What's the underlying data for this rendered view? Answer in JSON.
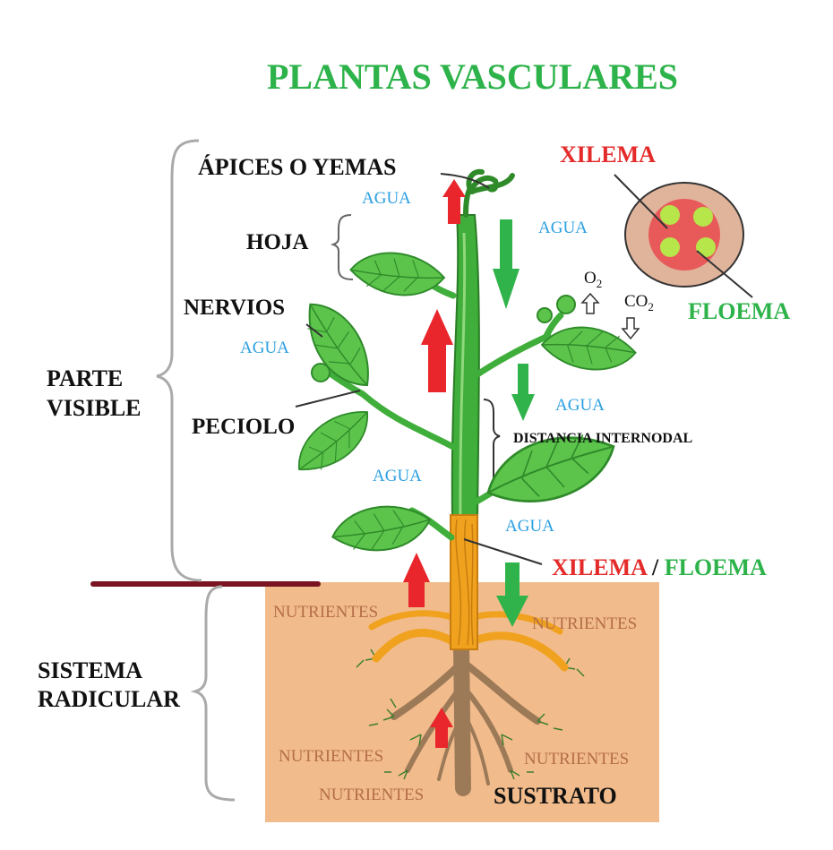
{
  "title": "PLANTAS VASCULARES",
  "labels": {
    "apices": "ÁPICES O YEMAS",
    "hoja": "HOJA",
    "nervios": "NERVIOS",
    "peciolo": "PECIOLO",
    "parte": "PARTE",
    "visible": "VISIBLE",
    "sistema": "SISTEMA",
    "radicular": "RADICULAR",
    "distancia": "DISTANCIA INTERNODAL",
    "sustrato": "SUSTRATO",
    "xilema_top": "XILEMA",
    "floema_top": "FLOEMA",
    "xilema_bottom": "XILEMA",
    "slash": "/",
    "floema_bottom": "FLOEMA",
    "o2_base": "O",
    "o2_sub": "2",
    "co2_base": "CO",
    "co2_sub": "2"
  },
  "agua": [
    "AGUA",
    "AGUA",
    "AGUA",
    "AGUA",
    "AGUA",
    "AGUA"
  ],
  "nutrientes": [
    "NUTRIENTES",
    "NUTRIENTES",
    "NUTRIENTES",
    "NUTRIENTES",
    "NUTRIENTES"
  ],
  "colors": {
    "title_green": "#2db34a",
    "xilema_red": "#e52a2a",
    "floema_green": "#2db34a",
    "water_blue": "#2a9fe0",
    "nutrient_brown": "#b46e48",
    "soil": "#f2bb8c",
    "ground_line": "#7a1420",
    "stem_green": "#3fae3a",
    "leaf_green": "#5ac24a",
    "root_brown": "#9c7a58",
    "vascular_orange": "#f0a21e"
  }
}
